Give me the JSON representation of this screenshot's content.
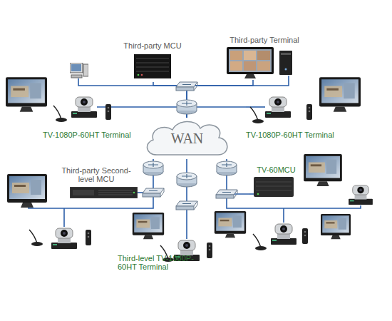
{
  "diagram": {
    "nodes": [
      {
        "text": [
          "Third-party MCU"
        ]
      },
      {
        "text": [
          "Third-party Terminal"
        ]
      },
      {
        "text": [
          "TV-1080P-60HT Terminal"
        ]
      },
      {
        "text": [
          "TV-1080P-60HT Terminal"
        ]
      },
      {
        "text": [
          "WAN"
        ]
      },
      {
        "text": [
          "Third-party Second-level MCU"
        ]
      },
      {
        "text": [
          "TV-60MCU"
        ]
      },
      {
        "text": [
          "Third-level TV-1080P-60HT Terminal"
        ]
      }
    ],
    "edges": [
      {
        "from": 0,
        "to": 4,
        "arrow": "none"
      },
      {
        "from": 1,
        "to": 4,
        "arrow": "none"
      },
      {
        "from": 2,
        "to": 4,
        "arrow": "none"
      },
      {
        "from": 3,
        "to": 4,
        "arrow": "none"
      },
      {
        "from": 5,
        "to": 4,
        "arrow": "none"
      },
      {
        "from": 6,
        "to": 4,
        "arrow": "none"
      },
      {
        "from": 7,
        "to": 4,
        "arrow": "none"
      }
    ]
  }
}
